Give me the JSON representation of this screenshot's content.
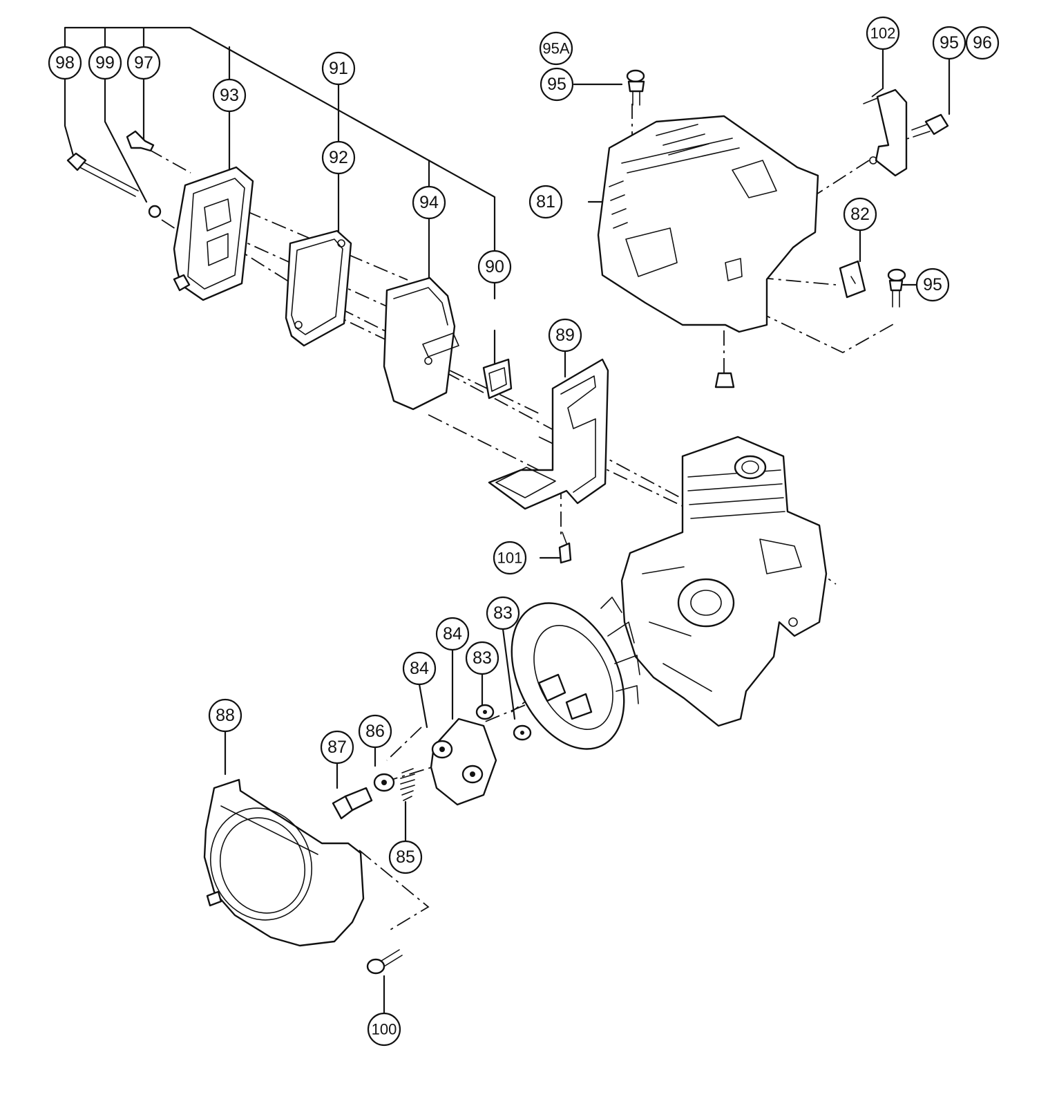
{
  "diagram": {
    "callouts": [
      {
        "id": "c98",
        "label": "98"
      },
      {
        "id": "c99",
        "label": "99"
      },
      {
        "id": "c97",
        "label": "97"
      },
      {
        "id": "c93",
        "label": "93"
      },
      {
        "id": "c91",
        "label": "91"
      },
      {
        "id": "c92",
        "label": "92"
      },
      {
        "id": "c94",
        "label": "94"
      },
      {
        "id": "c90",
        "label": "90"
      },
      {
        "id": "c89",
        "label": "89"
      },
      {
        "id": "c95A",
        "label": "95A"
      },
      {
        "id": "c95a",
        "label": "95"
      },
      {
        "id": "c81",
        "label": "81"
      },
      {
        "id": "c102",
        "label": "102"
      },
      {
        "id": "c95b",
        "label": "95"
      },
      {
        "id": "c96",
        "label": "96"
      },
      {
        "id": "c82",
        "label": "82"
      },
      {
        "id": "c95c",
        "label": "95"
      },
      {
        "id": "c101",
        "label": "101"
      },
      {
        "id": "c83a",
        "label": "83"
      },
      {
        "id": "c84a",
        "label": "84"
      },
      {
        "id": "c83b",
        "label": "83"
      },
      {
        "id": "c84b",
        "label": "84"
      },
      {
        "id": "c88",
        "label": "88"
      },
      {
        "id": "c86",
        "label": "86"
      },
      {
        "id": "c87",
        "label": "87"
      },
      {
        "id": "c85",
        "label": "85"
      },
      {
        "id": "c100",
        "label": "100"
      }
    ]
  }
}
